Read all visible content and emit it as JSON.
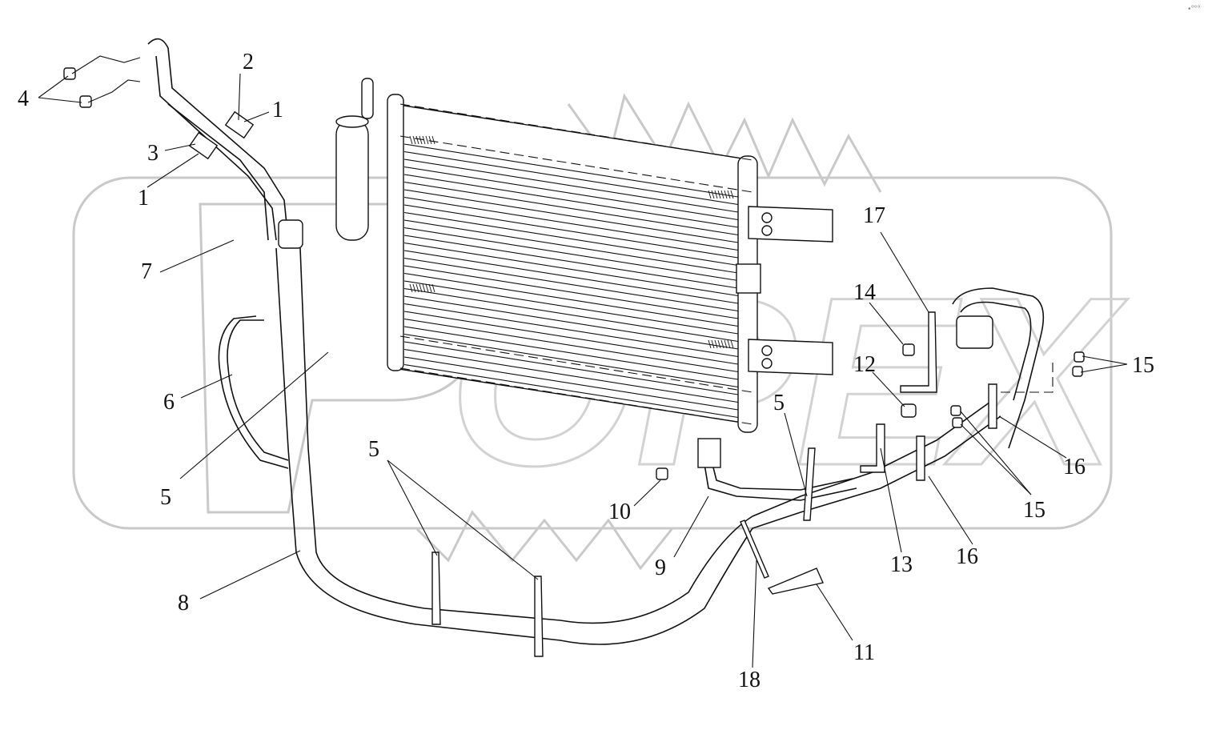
{
  "watermark": {
    "text": "OPEX"
  },
  "corner_mark": "•°°°",
  "callouts": {
    "c1a": "1",
    "c1b": "1",
    "c2": "2",
    "c3": "3",
    "c4": "4",
    "c5a": "5",
    "c5b": "5",
    "c5c": "5",
    "c6": "6",
    "c7": "7",
    "c8": "8",
    "c9": "9",
    "c10": "10",
    "c11": "11",
    "c12": "12",
    "c13": "13",
    "c14": "14",
    "c15a": "15",
    "c15b": "15",
    "c16a": "16",
    "c16b": "16",
    "c17": "17",
    "c18": "18"
  }
}
